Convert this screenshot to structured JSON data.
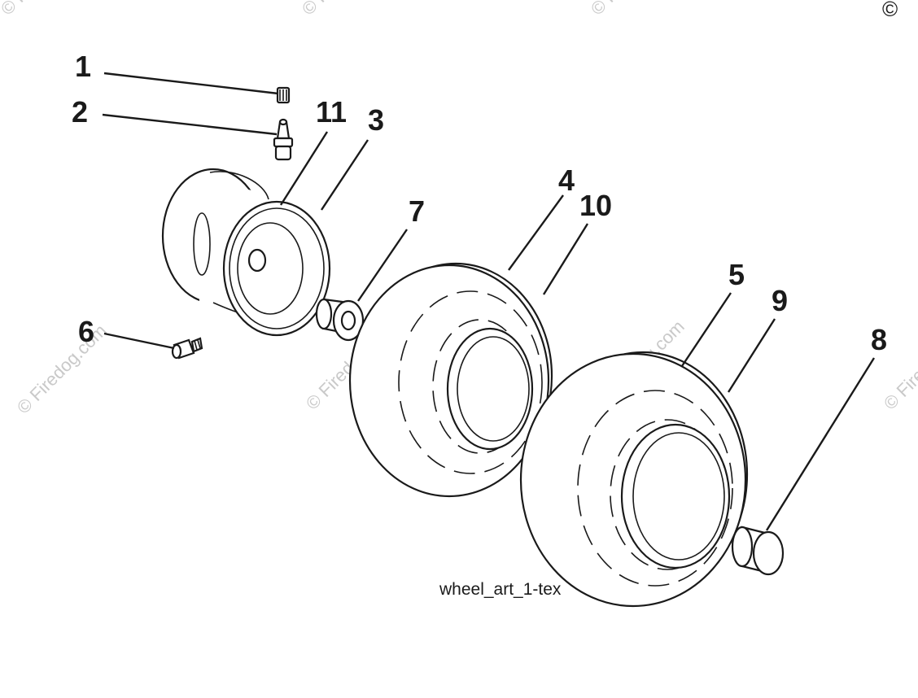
{
  "watermark": {
    "text": "© Firedog.com",
    "corner_symbol": "©"
  },
  "callouts": [
    {
      "number": "1",
      "part": "valve-cap"
    },
    {
      "number": "2",
      "part": "valve-stem"
    },
    {
      "number": "11",
      "part": "rim-edge"
    },
    {
      "number": "3",
      "part": "rim"
    },
    {
      "number": "4",
      "part": "front-tire"
    },
    {
      "number": "10",
      "part": "front-tire-tread"
    },
    {
      "number": "7",
      "part": "bushing"
    },
    {
      "number": "5",
      "part": "rear-tire"
    },
    {
      "number": "9",
      "part": "rear-tire-tread"
    },
    {
      "number": "8",
      "part": "hub-cap"
    },
    {
      "number": "6",
      "part": "grease-fitting"
    }
  ],
  "caption": "wheel_art_1-tex"
}
